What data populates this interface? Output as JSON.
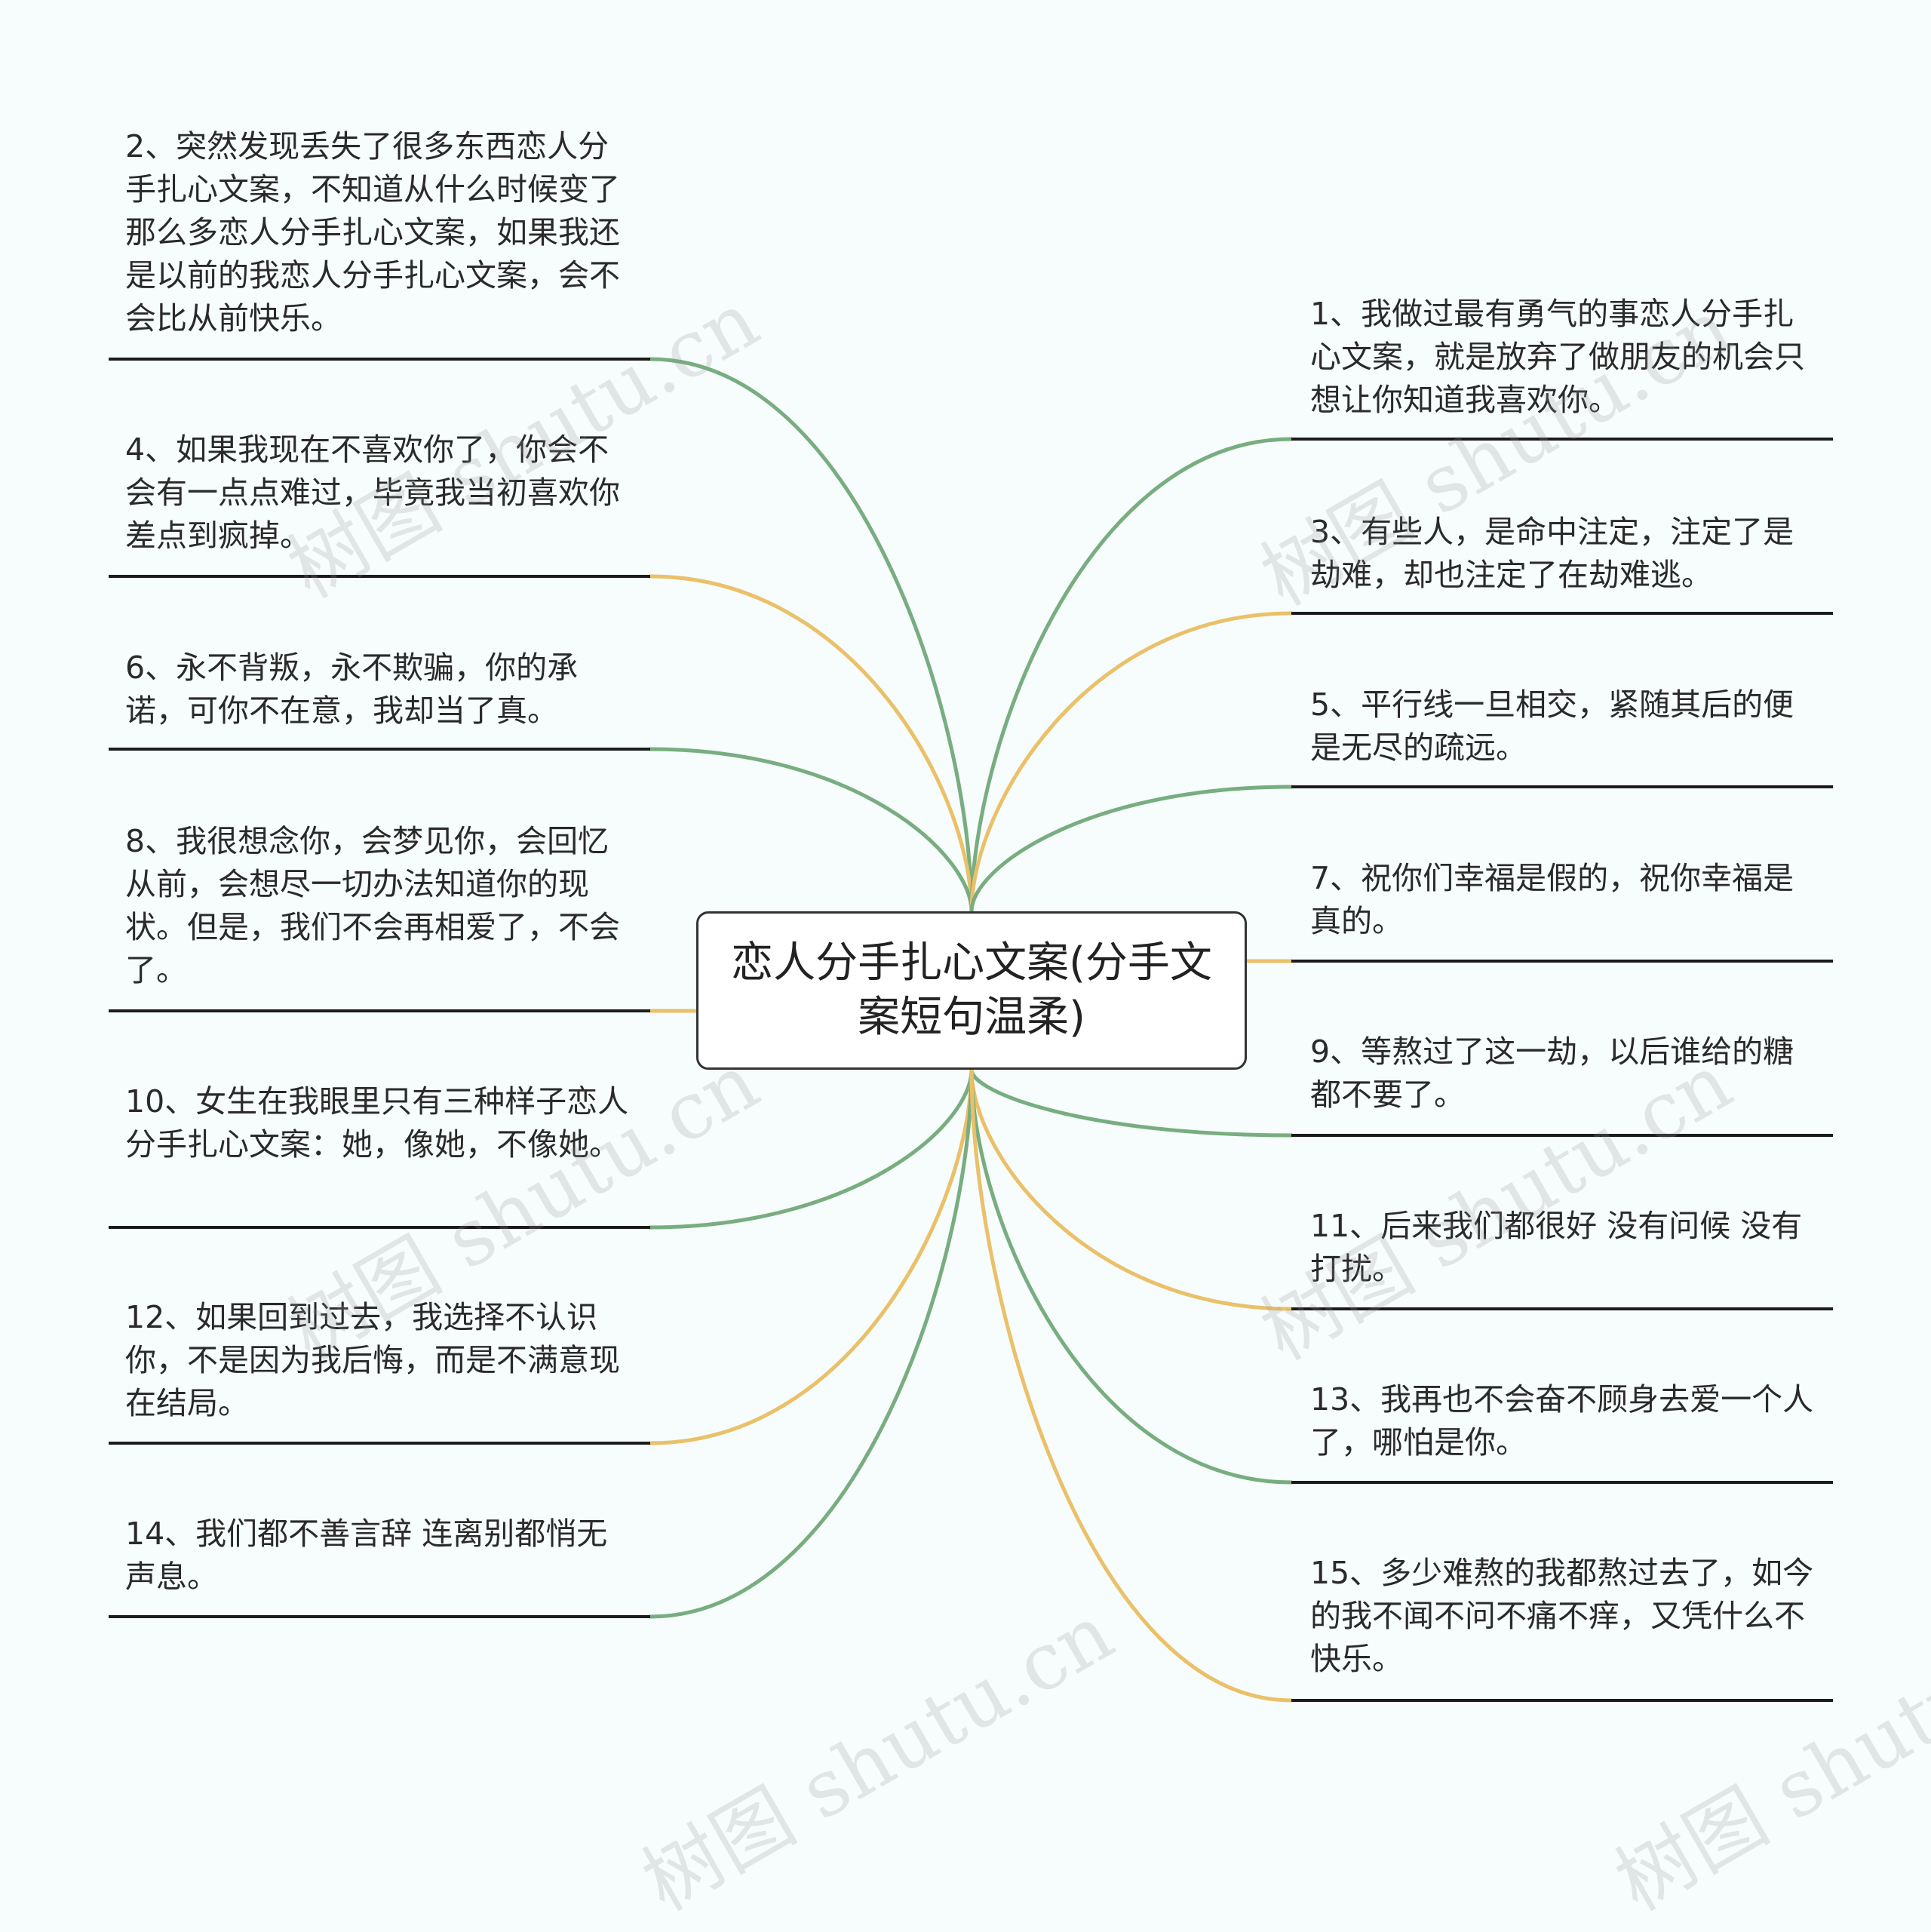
{
  "root": {
    "text": "恋人分手扎心文案(分手文案短句温柔)"
  },
  "colors": {
    "green": "#78ad80",
    "yellow": "#eac069",
    "line": "#1c1c1c",
    "background": "#f7fcfc"
  },
  "left_items": [
    {
      "text": "2、突然发现丢失了很多东西恋人分手扎心文案，不知道从什么时候变了那么多恋人分手扎心文案，如果我还是以前的我恋人分手扎心文案，会不会比从前快乐。",
      "color": "green"
    },
    {
      "text": "4、如果我现在不喜欢你了，你会不会有一点点难过，毕竟我当初喜欢你差点到疯掉。",
      "color": "yellow"
    },
    {
      "text": "6、永不背叛，永不欺骗，你的承诺，可你不在意，我却当了真。",
      "color": "green"
    },
    {
      "text": "8、我很想念你，会梦见你，会回忆从前，会想尽一切办法知道你的现状。但是，我们不会再相爱了，不会了。",
      "color": "yellow"
    },
    {
      "text": "10、女生在我眼里只有三种样子恋人分手扎心文案：她，像她，不像她。",
      "color": "green"
    },
    {
      "text": "12、如果回到过去，我选择不认识你，不是因为我后悔，而是不满意现在结局。",
      "color": "yellow"
    },
    {
      "text": "14、我们都不善言辞 连离别都悄无声息。",
      "color": "green"
    }
  ],
  "right_items": [
    {
      "text": "1、我做过最有勇气的事恋人分手扎心文案，就是放弃了做朋友的机会只想让你知道我喜欢你。",
      "color": "green"
    },
    {
      "text": "3、有些人，是命中注定，注定了是劫难，却也注定了在劫难逃。",
      "color": "yellow"
    },
    {
      "text": "5、平行线一旦相交，紧随其后的便是无尽的疏远。",
      "color": "green"
    },
    {
      "text": "7、祝你们幸福是假的，祝你幸福是真的。",
      "color": "yellow"
    },
    {
      "text": "9、等熬过了这一劫，以后谁给的糖都不要了。",
      "color": "green"
    },
    {
      "text": "11、后来我们都很好 没有问候 没有打扰。",
      "color": "yellow"
    },
    {
      "text": "13、我再也不会奋不顾身去爱一个人了，哪怕是你。",
      "color": "green"
    },
    {
      "text": "15、多少难熬的我都熬过去了，如今的我不闻不问不痛不痒，又凭什么不快乐。",
      "color": "yellow"
    }
  ],
  "watermark": "树图 shutu.cn"
}
